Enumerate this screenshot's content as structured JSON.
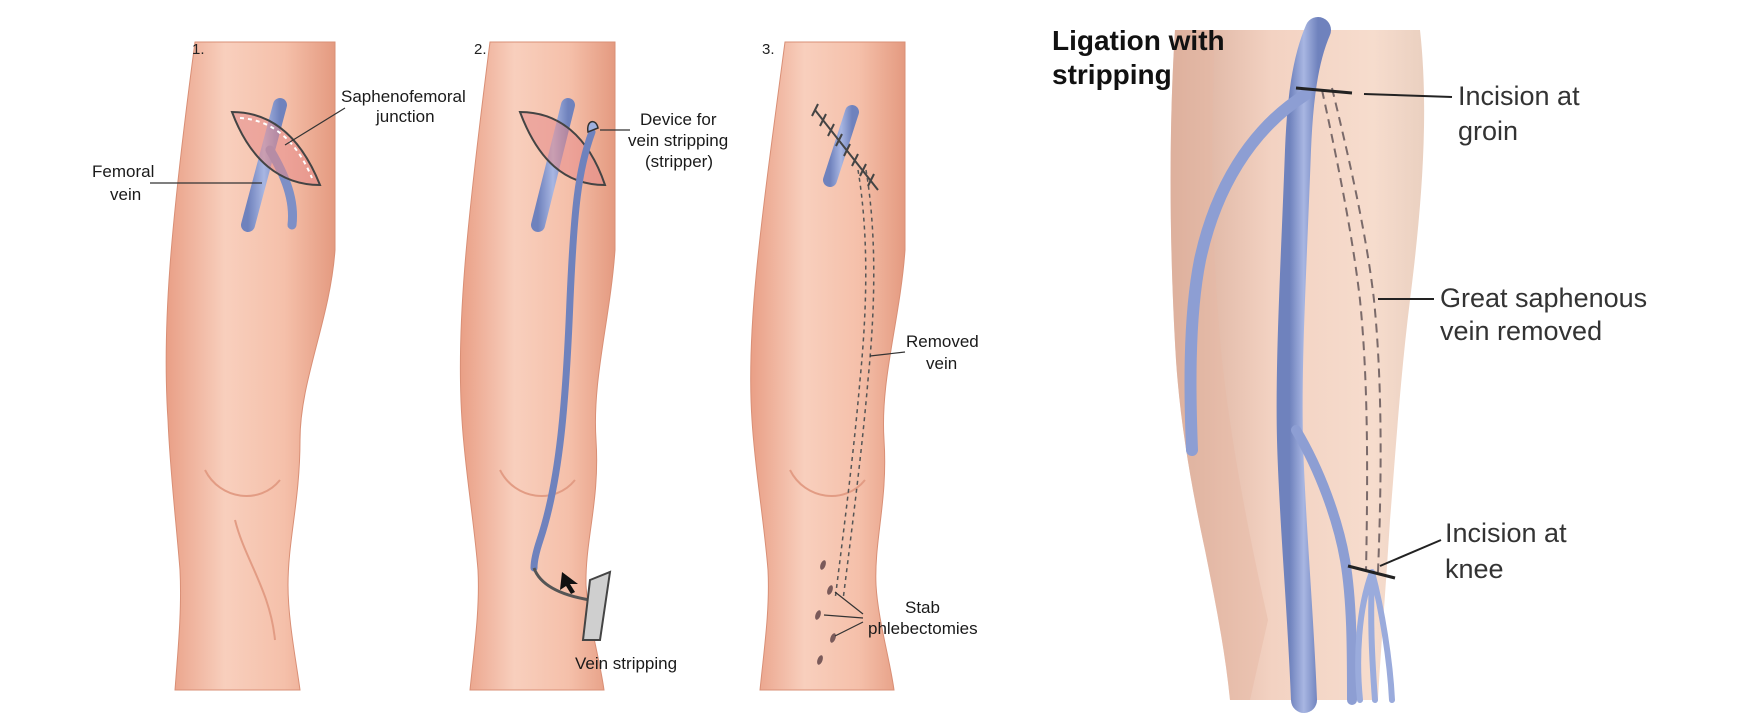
{
  "left_figure": {
    "step1": {
      "number": "1.",
      "label_junction_line1": "Saphenofemoral",
      "label_junction_line2": "junction",
      "label_femoral_line1": "Femoral",
      "label_femoral_line2": "vein"
    },
    "step2": {
      "number": "2.",
      "label_device_line1": "Device for",
      "label_device_line2": "vein stripping",
      "label_device_line3": "(stripper)",
      "label_stripping": "Vein stripping"
    },
    "step3": {
      "number": "3.",
      "label_removed_line1": "Removed",
      "label_removed_line2": "vein",
      "label_stab_line1": "Stab",
      "label_stab_line2": "phlebectomies"
    }
  },
  "right_figure": {
    "title_line1": "Ligation with",
    "title_line2": "stripping",
    "label_groin_line1": "Incision at",
    "label_groin_line2": "groin",
    "label_gsv_line1": "Great saphenous",
    "label_gsv_line2": "vein removed",
    "label_knee_line1": "Incision at",
    "label_knee_line2": "knee"
  },
  "colors": {
    "skin": "#f6c4b0",
    "skin_shade": "#e8a58e",
    "vein": "#8d9ed3",
    "vein_dark": "#5c6fa8",
    "line": "#333333"
  }
}
